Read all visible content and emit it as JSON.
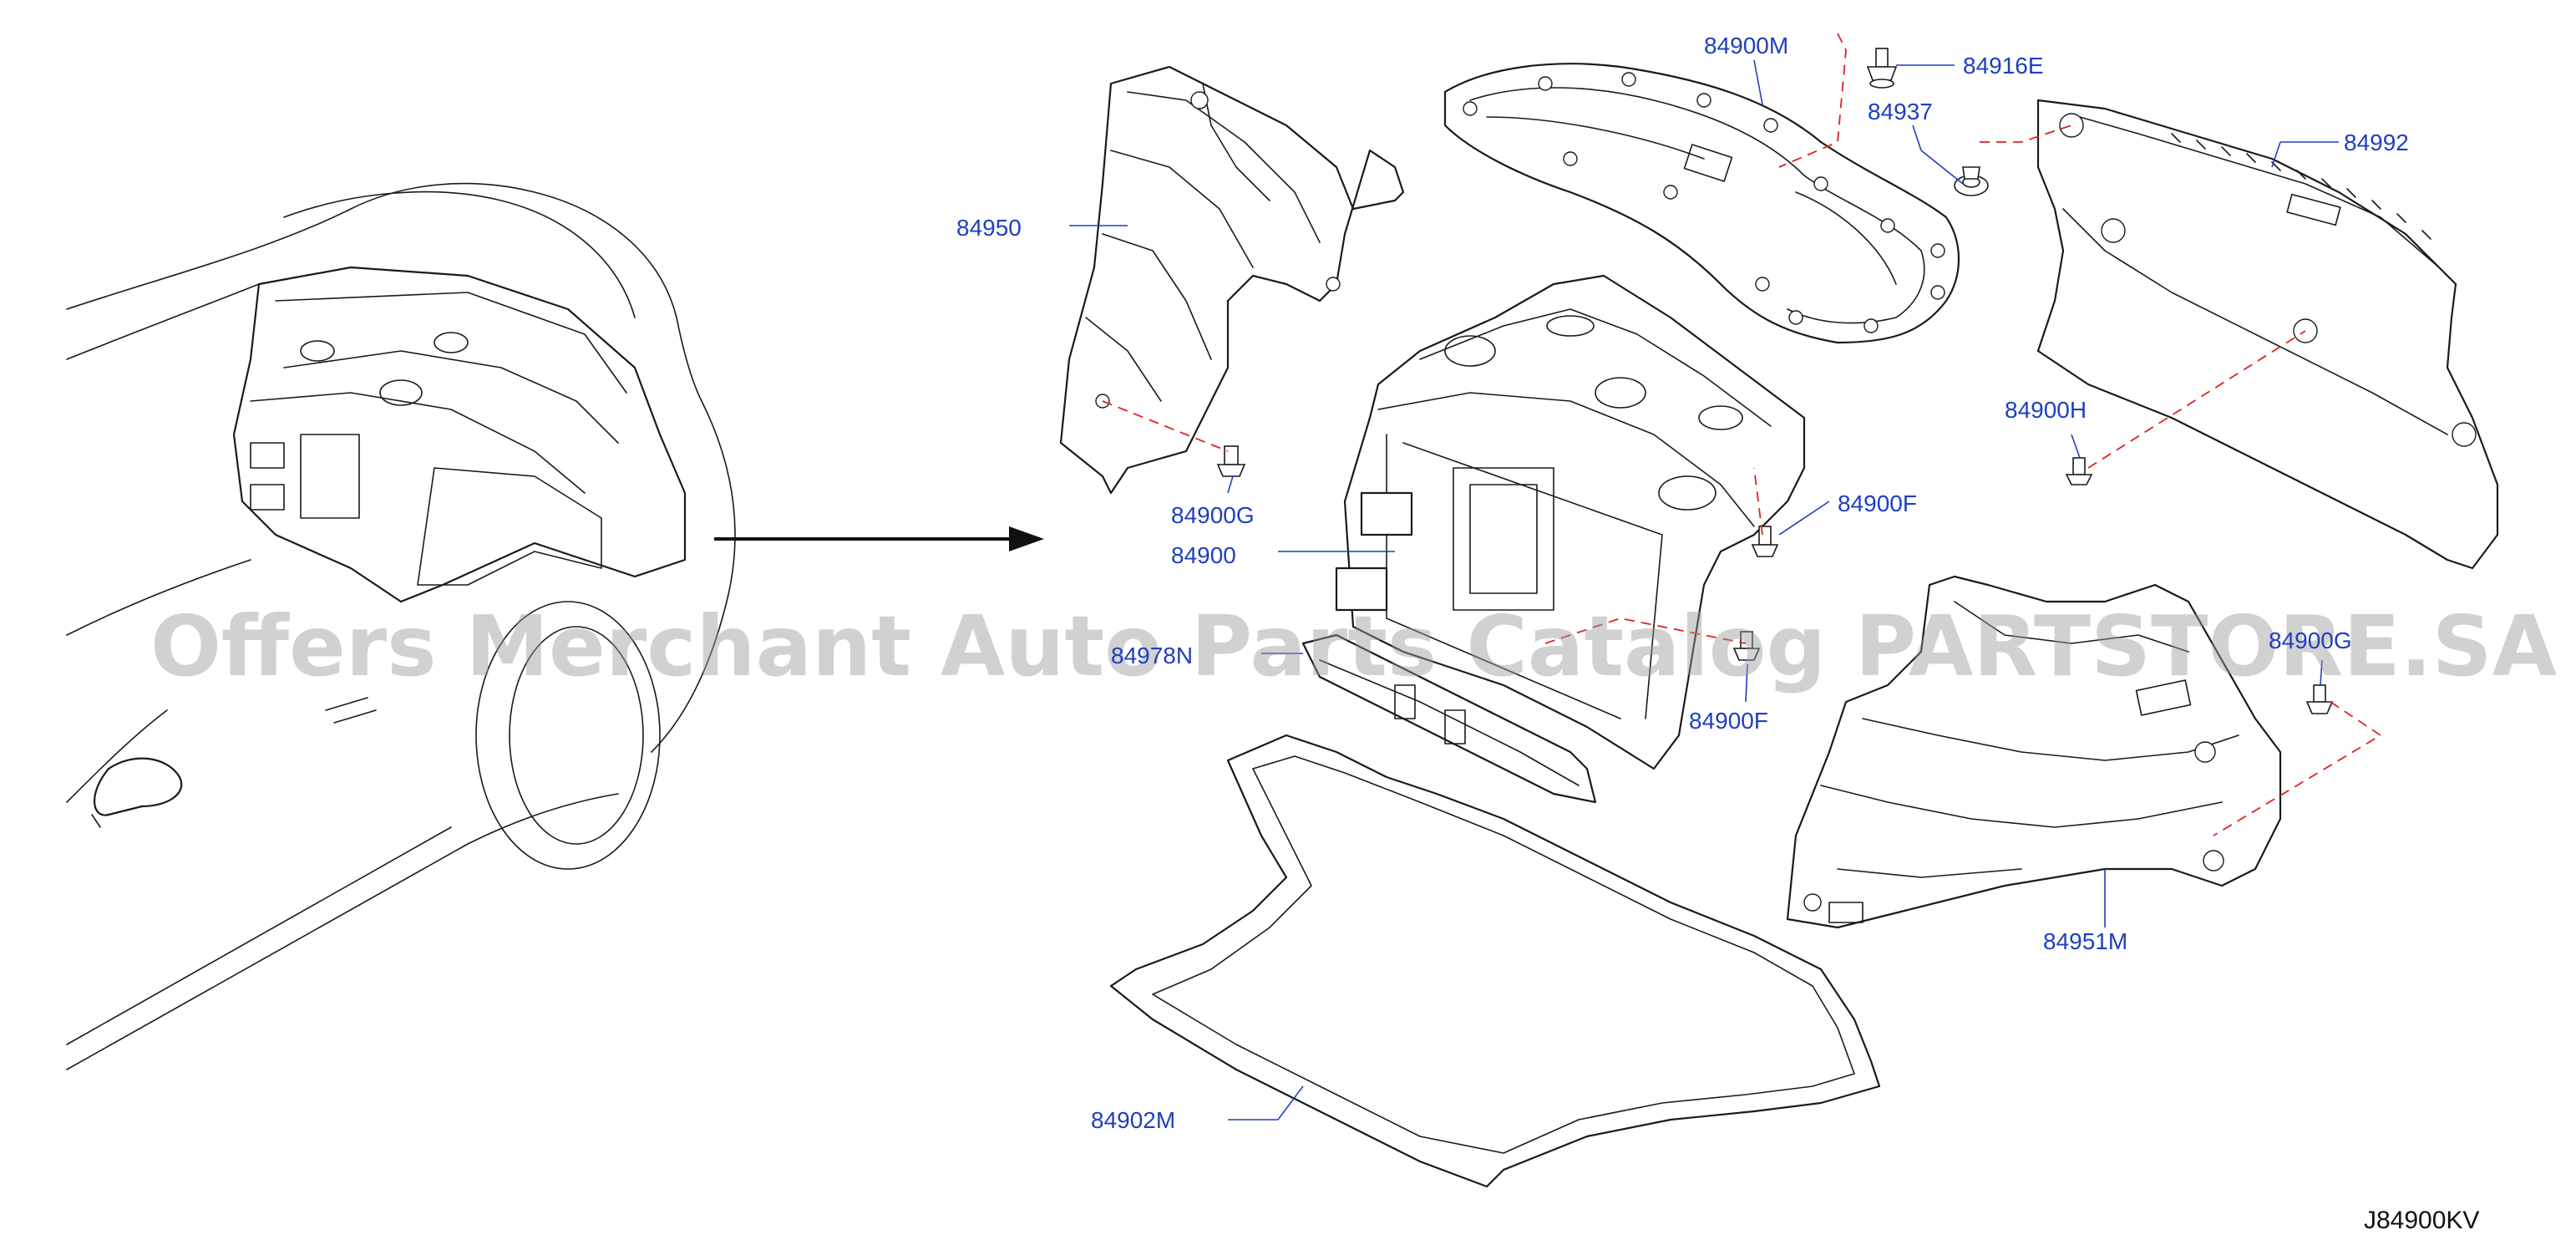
{
  "labels": {
    "p84950": "84950",
    "p84900M": "84900M",
    "p84916E": "84916E",
    "p84937": "84937",
    "p84992": "84992",
    "p84900H": "84900H",
    "p84900G_left": "84900G",
    "p84900": "84900",
    "p84900F_upper": "84900F",
    "p84978N": "84978N",
    "p84900F_lower": "84900F",
    "p84900G_right": "84900G",
    "p84951M": "84951M",
    "p84902M": "84902M"
  },
  "reference_code": "J84900KV",
  "watermark": "Offers Merchant Auto Parts Catalog PARTSTORE.SA",
  "colors": {
    "label": "#1f3fbf",
    "hidden_line": "#e02020",
    "outline": "#1a1a1a"
  }
}
